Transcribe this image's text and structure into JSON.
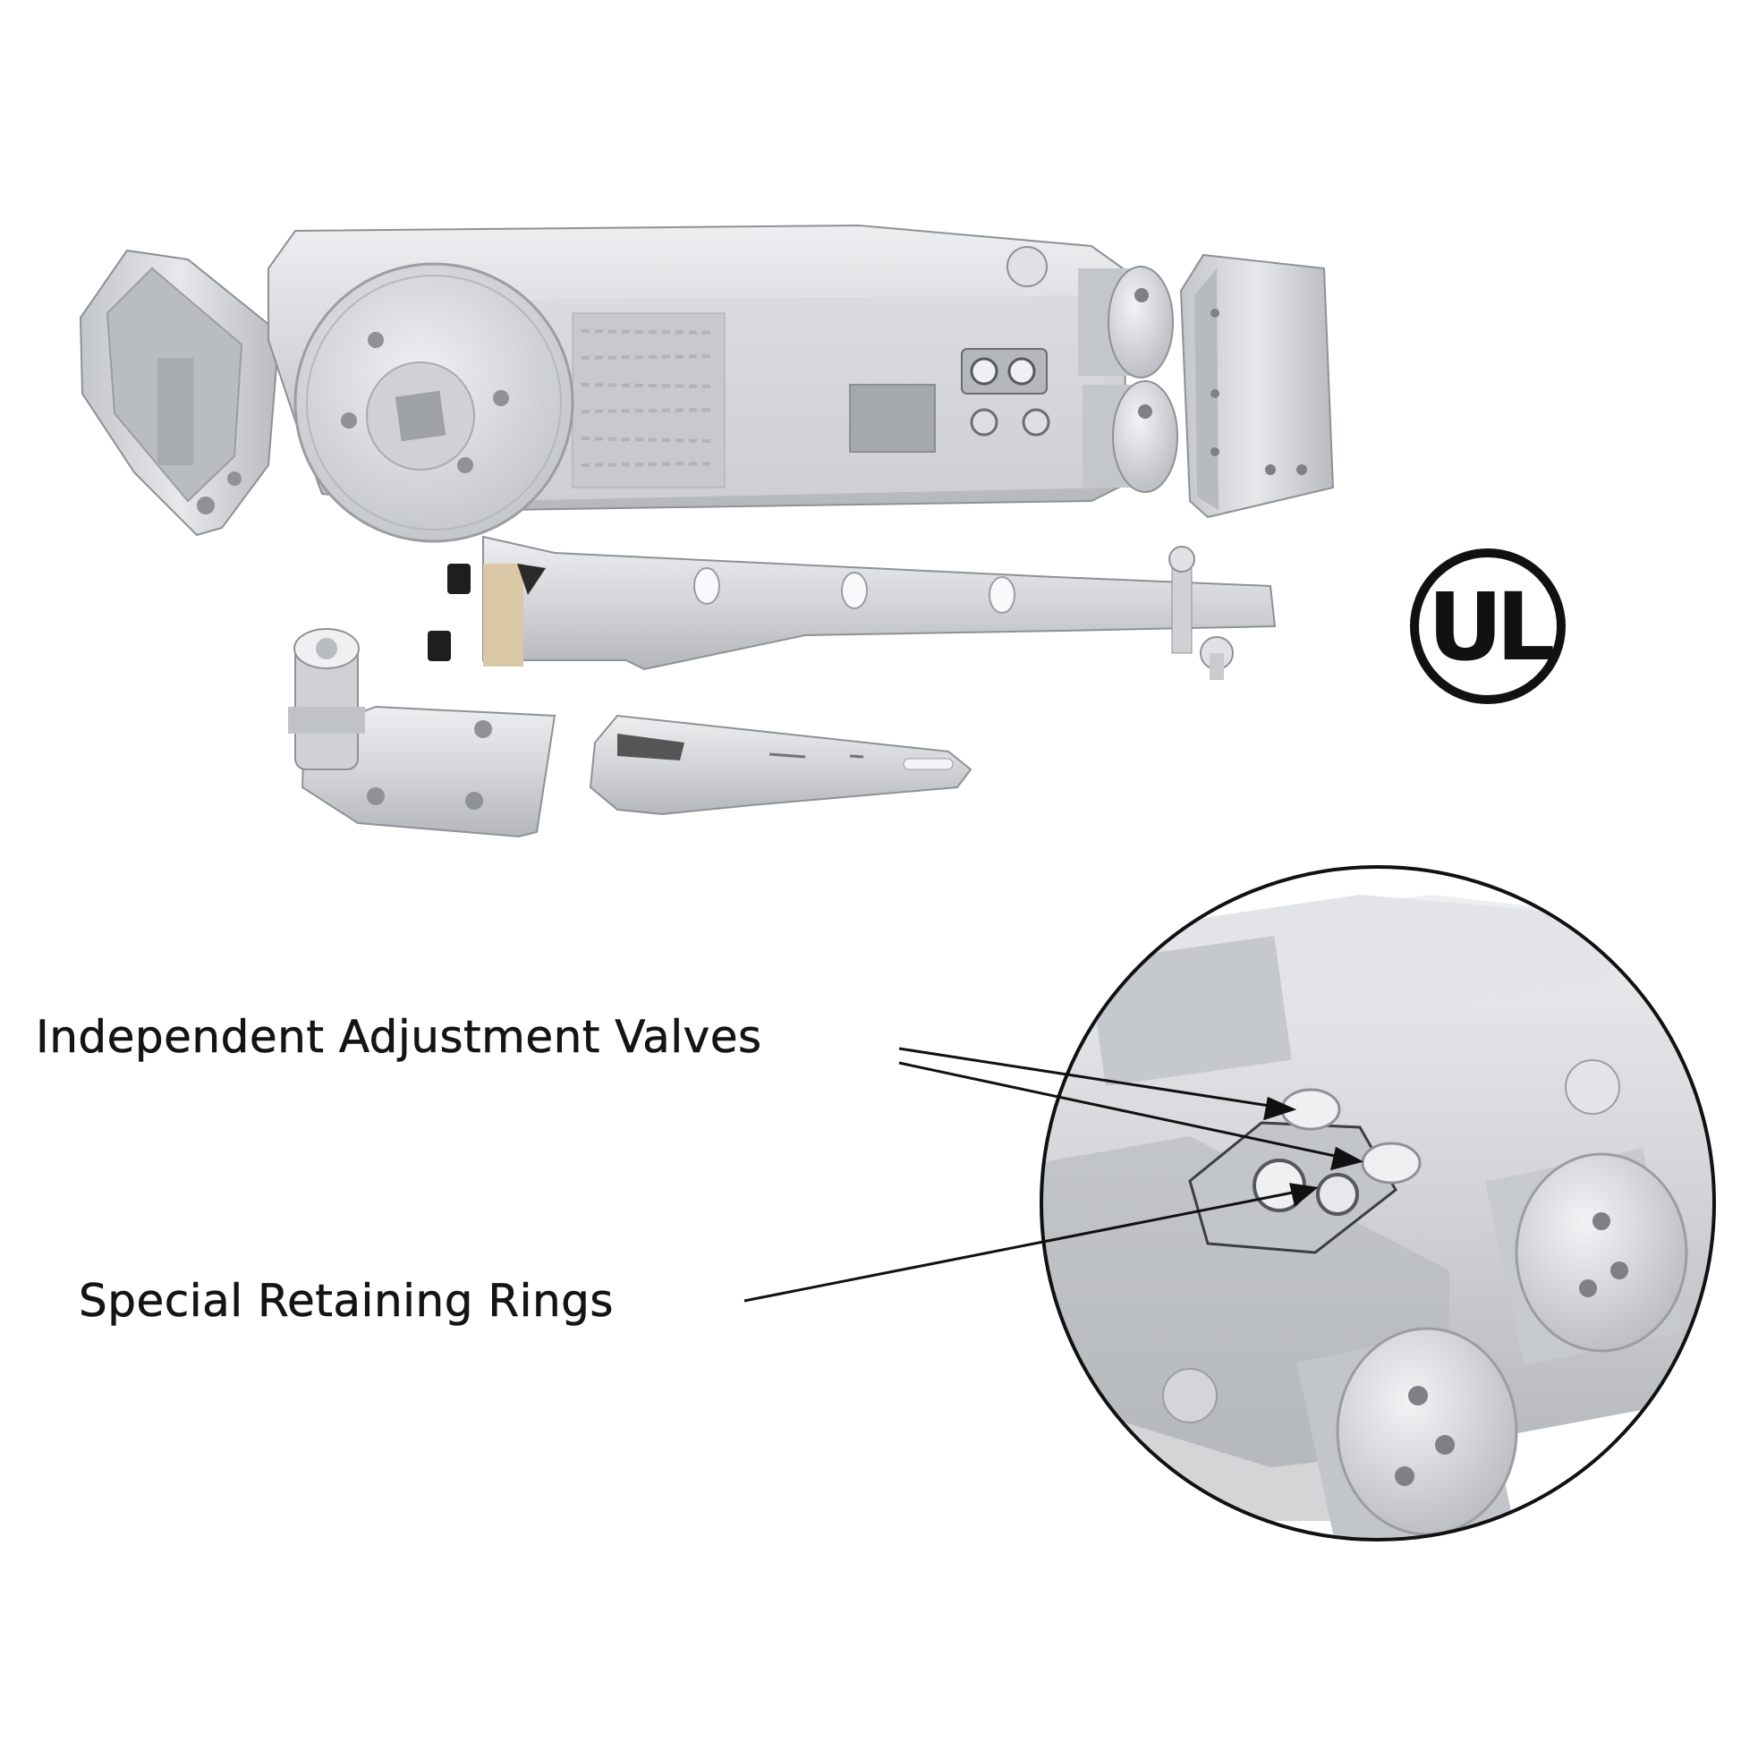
{
  "callouts": {
    "valves_label": "Independent Adjustment Valves",
    "rings_label": "Special Retaining Rings"
  },
  "certification_mark": "UL",
  "colors": {
    "background": "#ffffff",
    "metal_light": "#e4e5e7",
    "metal_mid": "#c9cbce",
    "metal_dark": "#9fa2a6",
    "outline": "#1a1a1a"
  }
}
